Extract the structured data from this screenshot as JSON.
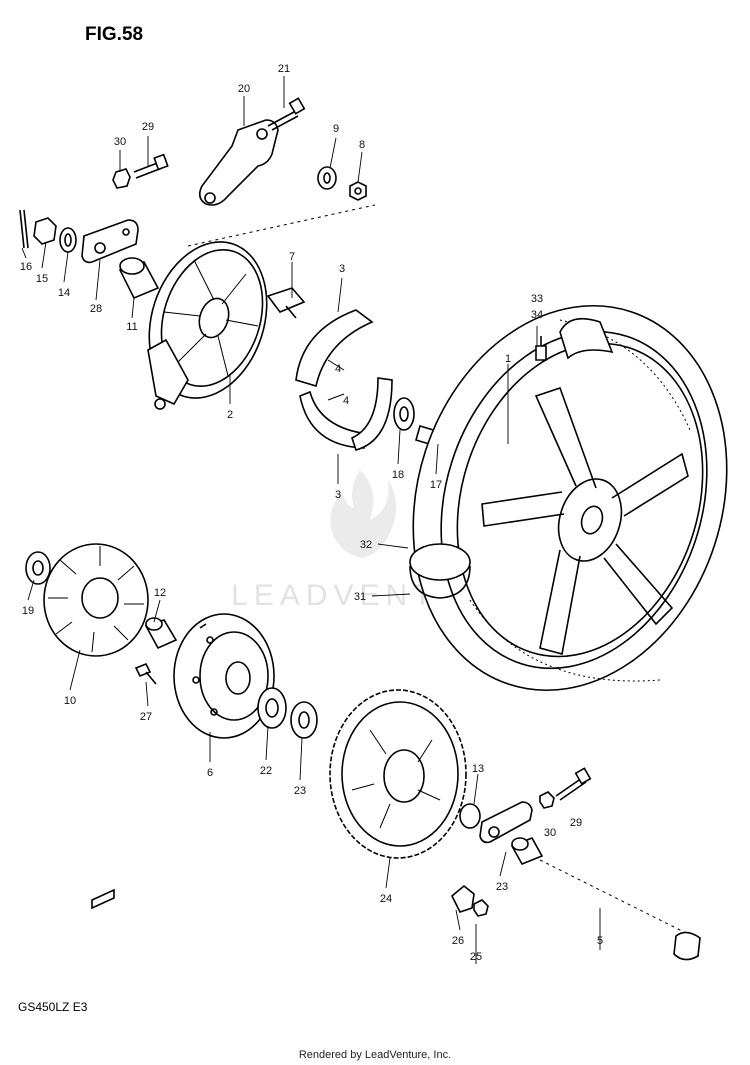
{
  "figure": {
    "title": "FIG.58",
    "model_code": "GS450LZ E3",
    "credit": "Rendered by LeadVenture, Inc.",
    "watermark": "LEADVENTURE"
  },
  "callouts": [
    "1",
    "2",
    "3",
    "3",
    "4",
    "4",
    "5",
    "6",
    "7",
    "8",
    "9",
    "10",
    "11",
    "12",
    "13",
    "14",
    "15",
    "16",
    "17",
    "18",
    "19",
    "20",
    "21",
    "22",
    "23",
    "23",
    "24",
    "25",
    "26",
    "27",
    "28",
    "29",
    "29",
    "30",
    "30",
    "31",
    "32",
    "33",
    "34"
  ],
  "parts_drawn": [
    "rear-wheel-tire",
    "brake-backing-plate",
    "brake-shoes",
    "brake-cam-lever",
    "torque-link",
    "cush-drive-damper",
    "sprocket-hub",
    "rear-sprocket",
    "axle",
    "chain-adjuster",
    "bearings",
    "spacers",
    "bolts-nuts-washers"
  ]
}
